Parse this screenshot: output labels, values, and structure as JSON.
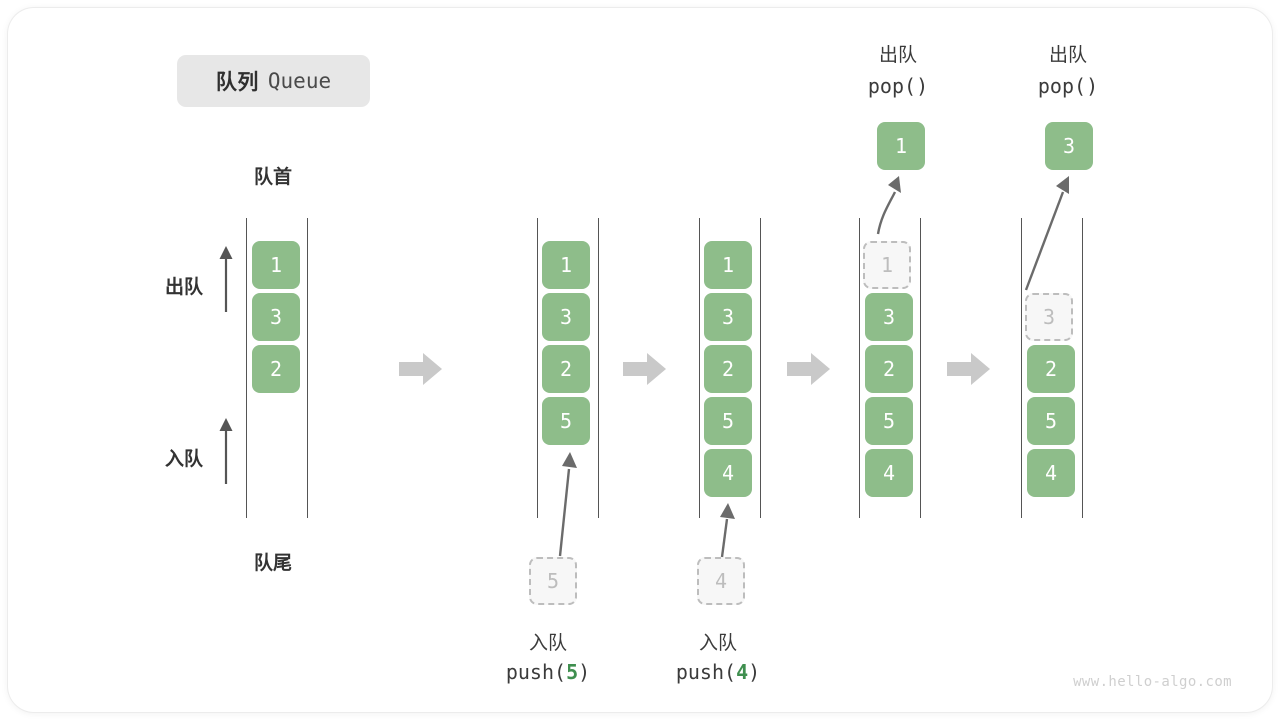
{
  "title": {
    "cn": "队列",
    "en": "Queue"
  },
  "labels": {
    "head": "队首",
    "tail": "队尾",
    "dequeue": "出队",
    "enqueue": "入队"
  },
  "colors": {
    "element": "#8ebd8a",
    "ghost_border": "#bdbdbd",
    "ghost_fill": "#f7f7f7",
    "rail": "#555555",
    "step_arrow": "#c9c9c9",
    "text": "#333333",
    "code_accent": "#3f8f4f",
    "badge_bg": "#e7e7e7",
    "watermark": "#cfcfcf"
  },
  "stages": [
    {
      "id": "initial",
      "elements": [
        "1",
        "3",
        "2"
      ],
      "ghost": null,
      "popped": null,
      "caption_cn": null,
      "caption_code": null
    },
    {
      "id": "push-5",
      "elements": [
        "1",
        "3",
        "2",
        "5"
      ],
      "ghost": {
        "value": "5",
        "position": "below"
      },
      "popped": null,
      "caption_cn": "入队",
      "caption_code": "push(5)",
      "caption_code_prefix": "push(",
      "caption_code_num": "5",
      "caption_code_suffix": ")"
    },
    {
      "id": "push-4",
      "elements": [
        "1",
        "3",
        "2",
        "5",
        "4"
      ],
      "ghost": {
        "value": "4",
        "position": "below"
      },
      "popped": null,
      "caption_cn": "入队",
      "caption_code": "push(4)",
      "caption_code_prefix": "push(",
      "caption_code_num": "4",
      "caption_code_suffix": ")"
    },
    {
      "id": "pop-1",
      "elements": [
        "3",
        "2",
        "5",
        "4"
      ],
      "ghost": {
        "value": "1",
        "position": "slot0"
      },
      "popped": "1",
      "caption_cn": "出队",
      "caption_code": "pop()",
      "caption_code_prefix": "pop(",
      "caption_code_num": "",
      "caption_code_suffix": ")"
    },
    {
      "id": "pop-3",
      "elements": [
        "2",
        "5",
        "4"
      ],
      "ghost": {
        "value": "3",
        "position": "slot1"
      },
      "popped": "3",
      "caption_cn": "出队",
      "caption_code": "pop()",
      "caption_code_prefix": "pop(",
      "caption_code_num": "",
      "caption_code_suffix": ")"
    }
  ],
  "watermark": "www.hello-algo.com"
}
